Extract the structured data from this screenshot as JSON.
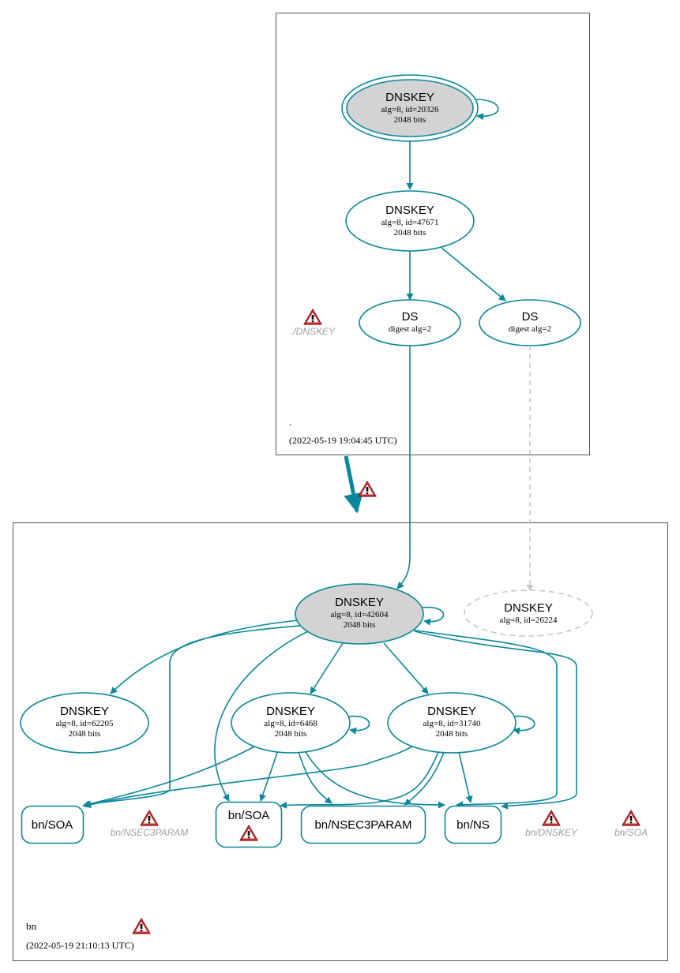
{
  "colors": {
    "edge": "#0a879a",
    "ksk_fill": "#d3d3d3",
    "missing": "#c8c8c8",
    "warning": "#d32f2f"
  },
  "root_zone": {
    "name": ".",
    "timestamp": "(2022-05-19 19:04:45 UTC)",
    "ksk": {
      "title": "DNSKEY",
      "detail": "alg=8, id=20326",
      "size": "2048 bits"
    },
    "zsk": {
      "title": "DNSKEY",
      "detail": "alg=8, id=47671",
      "size": "2048 bits"
    },
    "ds_left": {
      "title": "DS",
      "detail": "digest alg=2"
    },
    "ds_right": {
      "title": "DS",
      "detail": "digest alg=2"
    },
    "warning_label": "./DNSKEY"
  },
  "bn_zone": {
    "name": "bn",
    "timestamp": "(2022-05-19 21:10:13 UTC)",
    "ksk": {
      "title": "DNSKEY",
      "detail": "alg=8, id=42604",
      "size": "2048 bits"
    },
    "missing_key": {
      "title": "DNSKEY",
      "detail": "alg=8, id=26224"
    },
    "key_62205": {
      "title": "DNSKEY",
      "detail": "alg=8, id=62205",
      "size": "2048 bits"
    },
    "key_6468": {
      "title": "DNSKEY",
      "detail": "alg=8, id=6468",
      "size": "2048 bits"
    },
    "key_31740": {
      "title": "DNSKEY",
      "detail": "alg=8, id=31740",
      "size": "2048 bits"
    },
    "soa_left": "bn/SOA",
    "soa_mid": "bn/SOA",
    "nsec3param": "bn/NSEC3PARAM",
    "ns": "bn/NS",
    "warn_nsec3param": "bn/NSEC3PARAM",
    "warn_dnskey": "bn/DNSKEY",
    "warn_soa": "bn/SOA"
  }
}
